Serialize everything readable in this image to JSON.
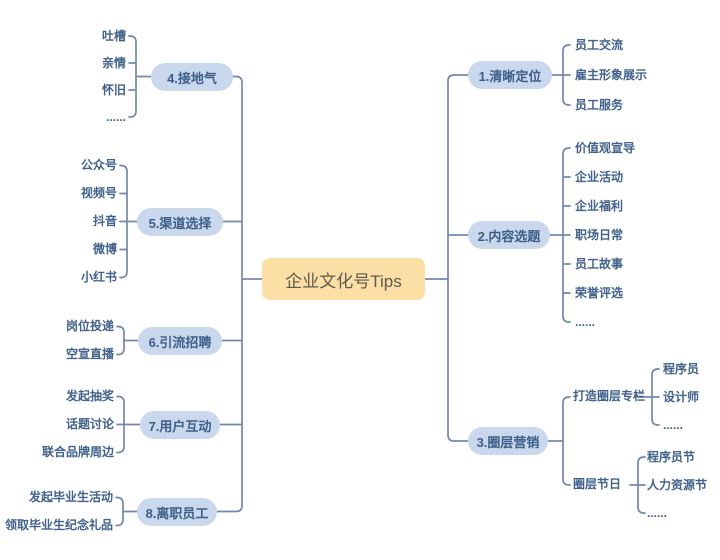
{
  "root": {
    "label": "企业文化号Tips"
  },
  "left_branches": [
    {
      "label": "4.接地气",
      "children": [
        "吐槽",
        "亲情",
        "怀旧",
        "......"
      ]
    },
    {
      "label": "5.渠道选择",
      "children": [
        "公众号",
        "视频号",
        "抖音",
        "微博",
        "小红书"
      ]
    },
    {
      "label": "6.引流招聘",
      "children": [
        "岗位投递",
        "空宣直播"
      ]
    },
    {
      "label": "7.用户互动",
      "children": [
        "发起抽奖",
        "话题讨论",
        "联合品牌周边"
      ]
    },
    {
      "label": "8.离职员工",
      "children": [
        "发起毕业生活动",
        "领取毕业生纪念礼品"
      ]
    }
  ],
  "right_branches": [
    {
      "label": "1.清晰定位",
      "children": [
        "员工交流",
        "雇主形象展示",
        "员工服务"
      ]
    },
    {
      "label": "2.内容选题",
      "children": [
        "价值观宣导",
        "企业活动",
        "企业福利",
        "职场日常",
        "员工故事",
        "荣誉评选",
        "......"
      ]
    },
    {
      "label": "3.圈层营销",
      "children": [
        {
          "label": "打造圈层专栏",
          "children": [
            "程序员",
            "设计师",
            "......"
          ]
        },
        {
          "label": "圈层节日",
          "children": [
            "程序员节",
            "人力资源节",
            "......"
          ]
        }
      ]
    }
  ],
  "colors": {
    "canvas-bg": "#ffffff",
    "root-fill": "#fbdfa5",
    "root-text": "#5c5a4e",
    "branch-fill": "#c9d8ec",
    "branch-text": "#3c5e88",
    "leaf-text": "#40628c",
    "line": "#7289ad"
  }
}
